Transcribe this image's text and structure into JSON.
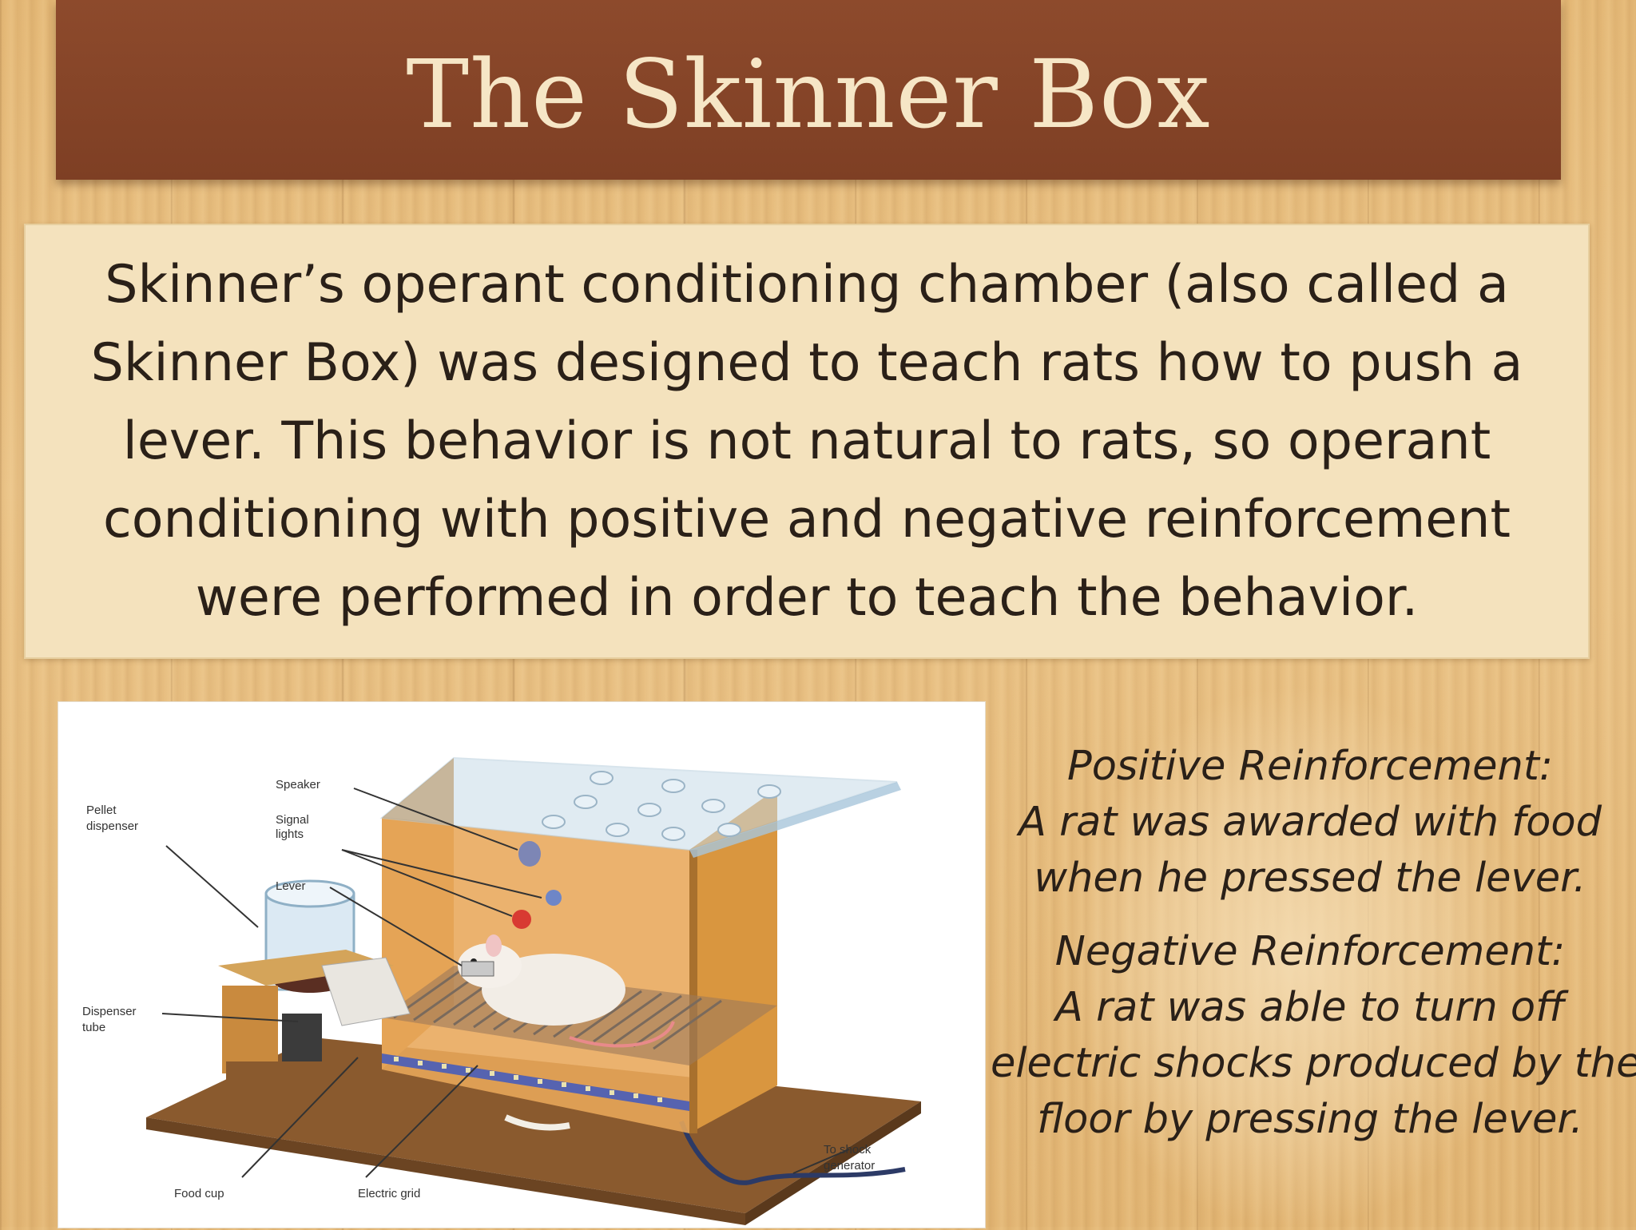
{
  "slide": {
    "title": "The Skinner Box",
    "intro_lines": [
      "Skinner’s operant conditioning chamber (also called a",
      "Skinner Box) was designed to teach rats how to push a",
      "lever. This behavior is not natural to rats, so operant",
      "conditioning with positive and negative reinforcement",
      "were performed in order to teach the behavior."
    ]
  },
  "diagram": {
    "labels": {
      "pellet": "Pellet",
      "dispenser": "dispenser",
      "speaker": "Speaker",
      "signal": "Signal",
      "lights": "lights",
      "lever": "Lever",
      "dispenser2": "Dispenser",
      "tube": "tube",
      "food_cup": "Food cup",
      "electric_grid": "Electric grid",
      "to_shock": "To shock",
      "generator": "generator"
    }
  },
  "reinforcement": {
    "positive": {
      "heading": "Positive Reinforcement:",
      "line1": "A rat was awarded with food",
      "line2": "when he pressed the lever."
    },
    "negative": {
      "heading": "Negative Reinforcement:",
      "line1": "A rat was able to turn off",
      "line2": "electric shocks produced by the",
      "line3": "floor by pressing the lever."
    }
  },
  "colors": {
    "title_bar": "#8d4a2c",
    "title_text": "#f6e6c6",
    "intro_box": "#f4e2bd",
    "body_text": "#2a2018"
  }
}
